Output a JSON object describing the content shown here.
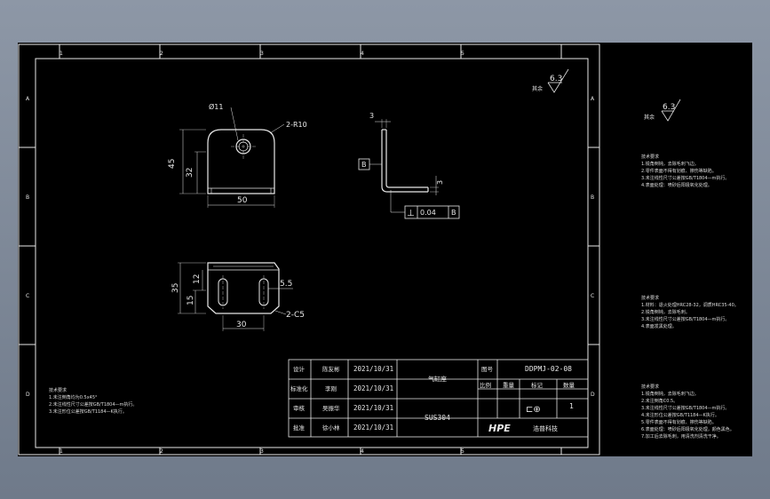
{
  "colors": {
    "background": "#7f8998",
    "sheet": "#000000",
    "line": "#e8e8e8"
  },
  "border": {
    "col_numbers": [
      "1",
      "2",
      "3",
      "4",
      "5"
    ],
    "row_letters": [
      "A",
      "B",
      "C",
      "D"
    ]
  },
  "roughness": {
    "main": "6.3",
    "side": "6.3",
    "label": "其余"
  },
  "front_view": {
    "hole_label": "Ø11",
    "radius_label": "2-R10",
    "dim_height": "45",
    "dim_inner_height": "32",
    "dim_width": "50"
  },
  "side_view": {
    "thickness_top": "3",
    "thickness_right": "3",
    "datum": "B",
    "perp_symbol": "⊥",
    "perp_value": "0.04",
    "perp_datum": "B"
  },
  "top_view": {
    "dim_height": "35",
    "dim_inner": "15",
    "dim_offset": "12",
    "slot_label": "5.5",
    "chamfer_label": "2-C5",
    "dim_width": "30"
  },
  "title_block": {
    "rows": [
      {
        "role": "设计",
        "name": "陈友彬",
        "date": "2021/10/31"
      },
      {
        "role": "标准化",
        "name": "李刚",
        "date": "2021/10/31"
      },
      {
        "role": "审核",
        "name": "吴振华",
        "date": "2021/10/31"
      },
      {
        "role": "批准",
        "name": "徐小林",
        "date": "2021/10/31"
      }
    ],
    "part_name": "气缸座",
    "material": "SUS304",
    "code_label": "图号",
    "drawing_number": "DDPMJ-02-08",
    "headers": [
      "比例",
      "重量",
      "标记",
      "数量"
    ],
    "quantity": "1",
    "projection_symbol": "⊏⊕",
    "company_logo": "HPE",
    "company_name": "浩普科技"
  },
  "notes_main": {
    "title": "技术要求",
    "lines": [
      "1.未注倒角均为0.5x45°",
      "2.未注线性尺寸公差按GB/T1804—m执行。",
      "3.未注形位公差按GB/T1184—K执行。"
    ]
  },
  "notes_right_1": {
    "title": "技术要求",
    "lines": [
      "1.锐角倒钝，去除毛刺飞边。",
      "2.零件表面不得有划痕、擦伤等缺陷。",
      "3.未注线性尺寸公差按GB/T1804—m执行。",
      "4.表面处理：喷砂后阳极氧化处理。"
    ]
  },
  "notes_right_2": {
    "title": "技术要求",
    "lines": [
      "1.材料：退火处理HRC28-32，调质HRC35-40。",
      "2.锐角倒钝，去除毛刺。",
      "3.未注线性尺寸公差按GB/T1804—m执行。",
      "4.表面发黑处理。"
    ]
  },
  "notes_right_3": {
    "title": "技术要求",
    "lines": [
      "1.锐角倒钝，去除毛刺飞边。",
      "2.未注倒角C0.5。",
      "3.未注线性尺寸公差按GB/T1804—m执行。",
      "4.未注形位公差按GB/T1184—K执行。",
      "5.零件表面不得有划痕、擦伤等缺陷。",
      "6.表面处理：喷砂后阳极氧化处理，颜色黑色。",
      "7.加工后去除毛刺，用清洗剂清洗干净。"
    ]
  }
}
